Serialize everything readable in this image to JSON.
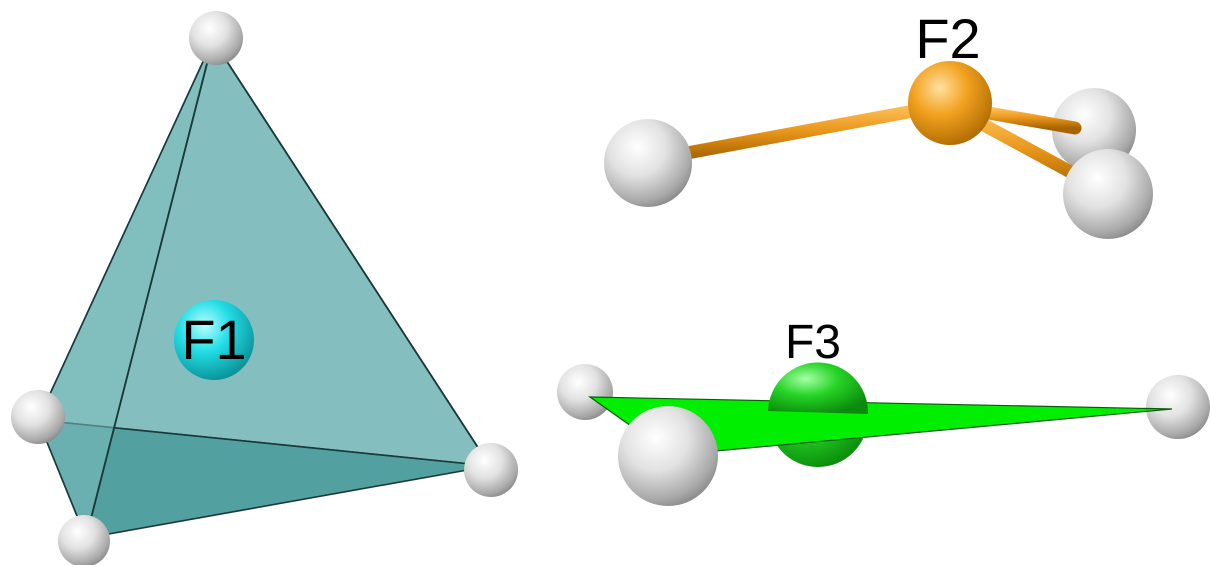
{
  "labels": {
    "f1": "F1",
    "f2": "F2",
    "f3": "F3"
  },
  "colors": {
    "background": "#ffffff",
    "tetrahedron_face": "#5fa8a8",
    "tetrahedron_edge": "#1a3a3a",
    "f1_atom": "#1fd6e0",
    "f2_atom": "#f0a020",
    "f2_bond": "#e89a1a",
    "f3_atom": "#22cc22",
    "f3_plane": "#00ee00",
    "ligand_atom": "#d9d9d9"
  },
  "structures": [
    {
      "id": "F1",
      "geometry": "tetrahedral",
      "ligands": 4
    },
    {
      "id": "F2",
      "geometry": "trigonal-pyramidal",
      "ligands": 3
    },
    {
      "id": "F3",
      "geometry": "trigonal-planar",
      "ligands": 3
    }
  ]
}
